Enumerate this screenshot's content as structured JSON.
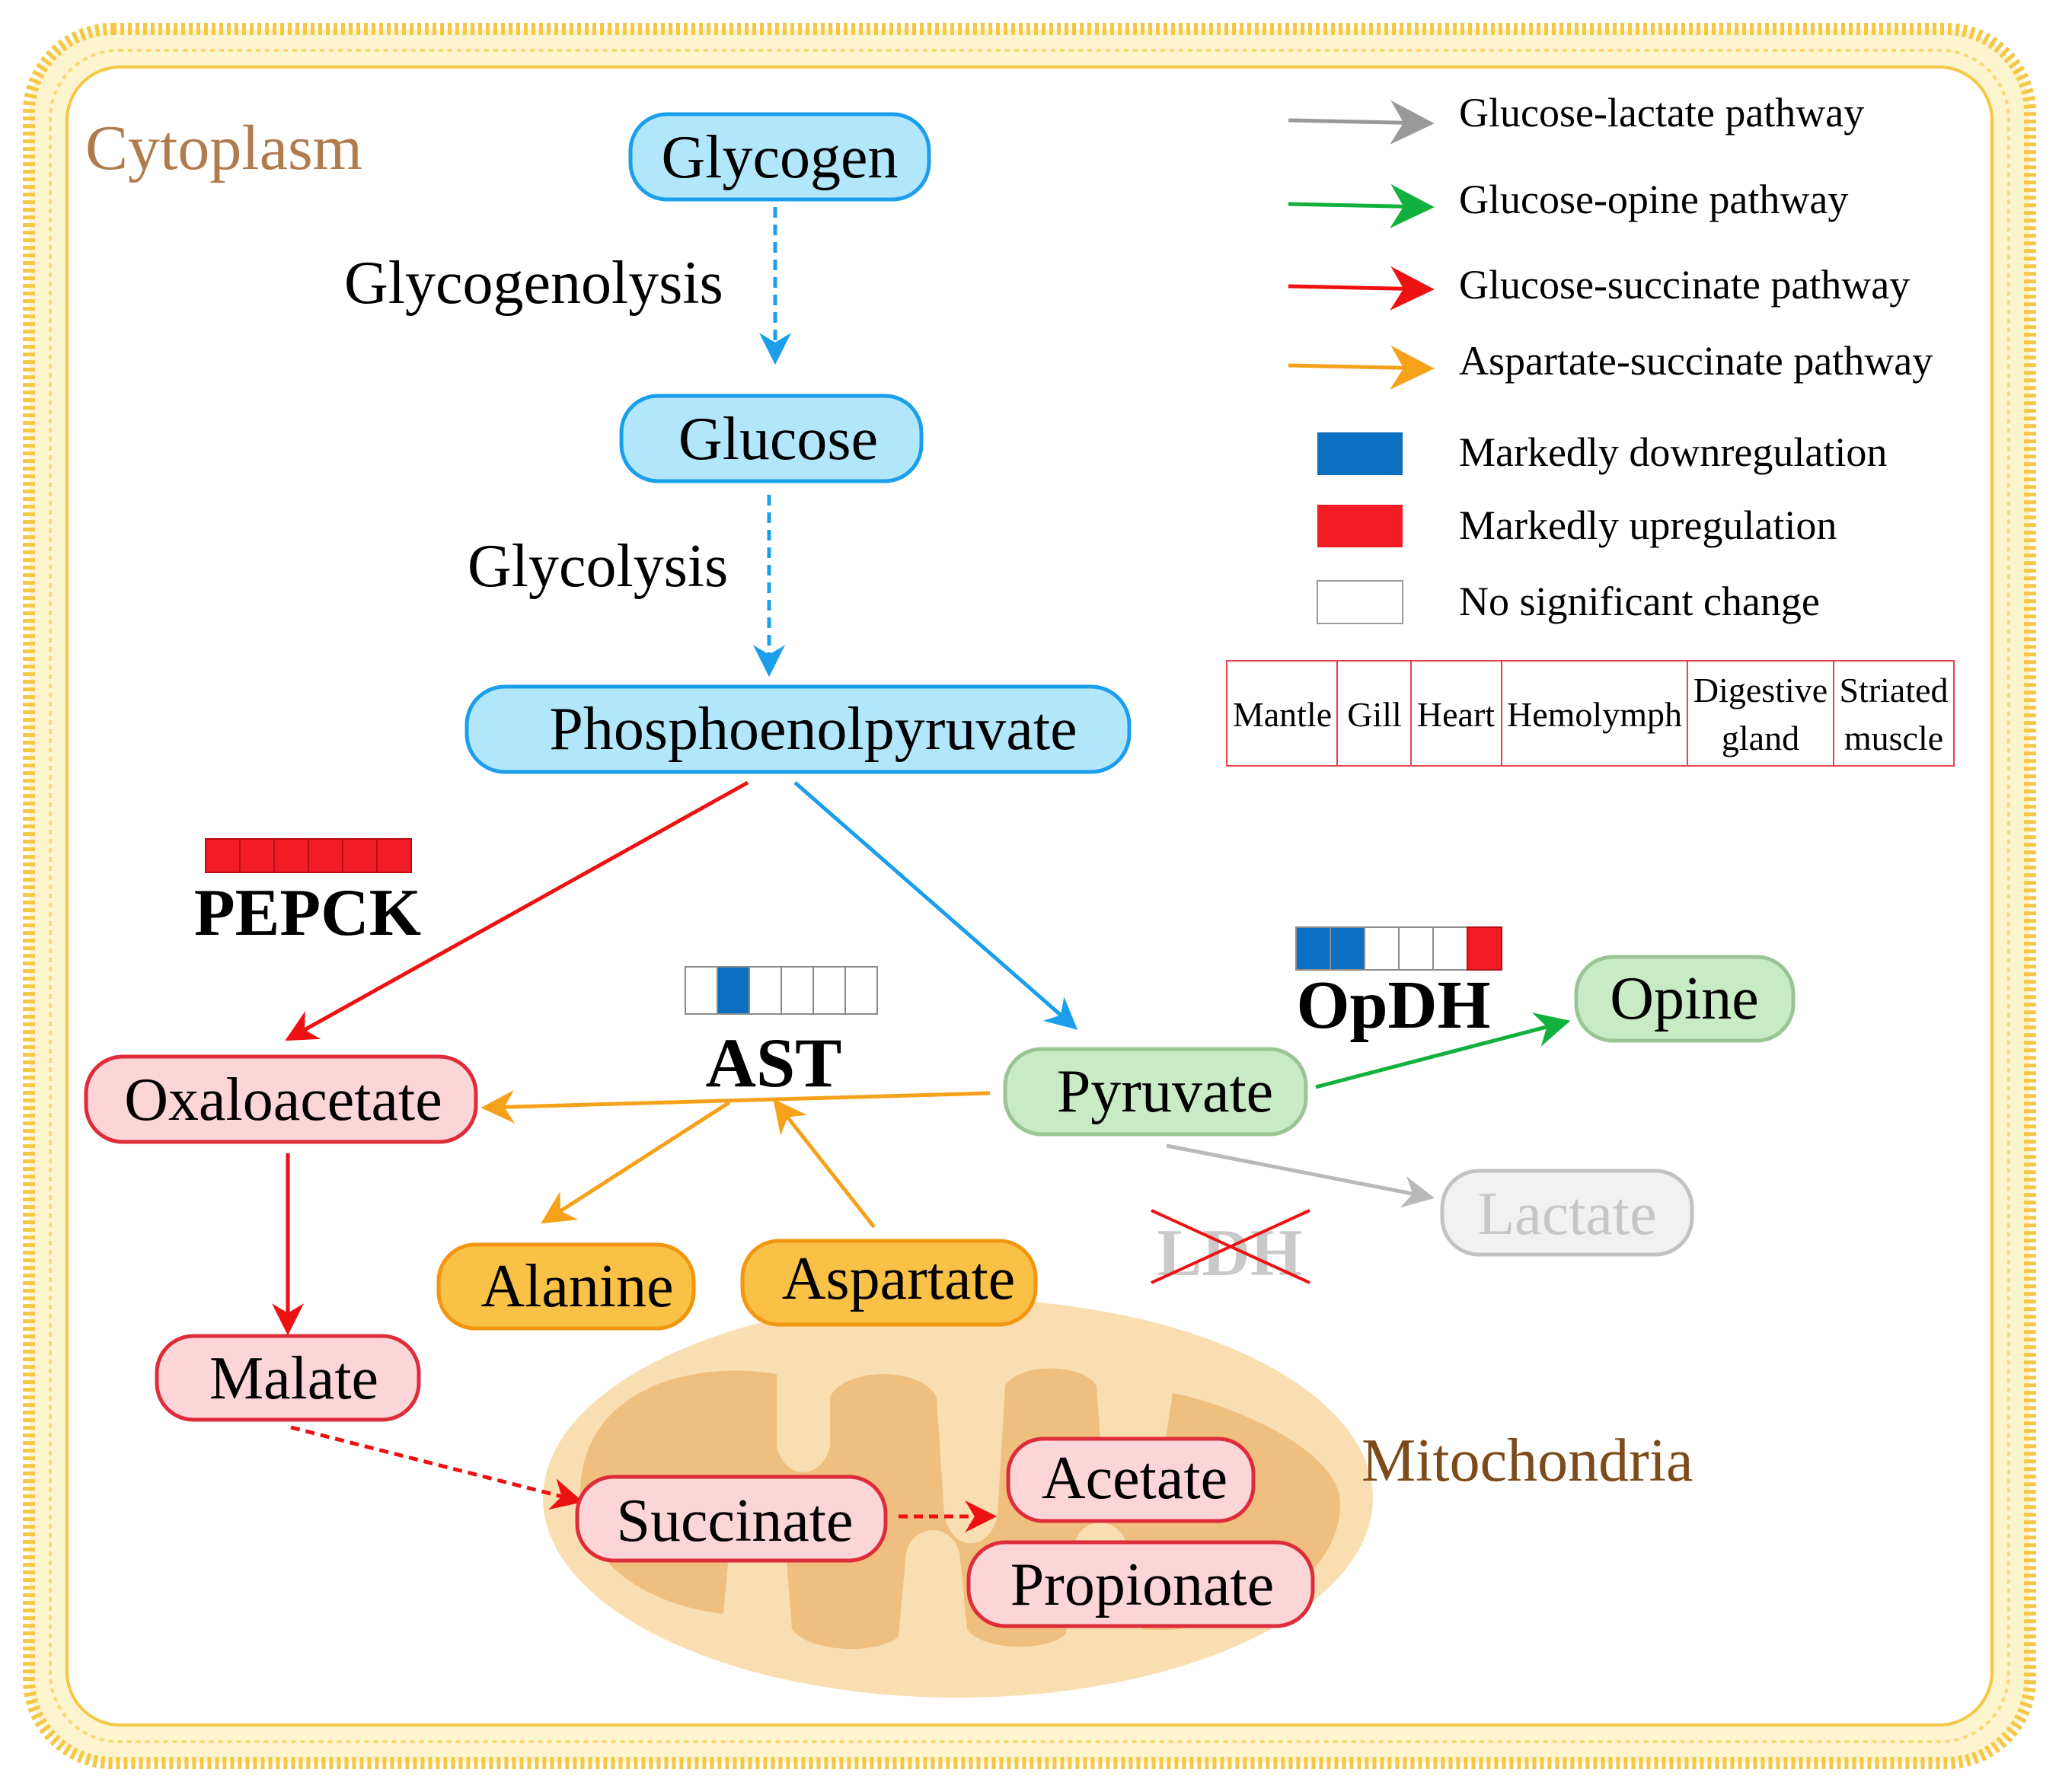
{
  "regions": {
    "cytoplasm": "Cytoplasm",
    "mitochondria": "Mitochondria"
  },
  "processes": {
    "glycogenolysis": "Glycogenolysis",
    "glycolysis": "Glycolysis"
  },
  "nodes": {
    "glycogen": "Glycogen",
    "glucose": "Glucose",
    "pep": "Phosphoenolpyruvate",
    "oxaloacetate": "Oxaloacetate",
    "pyruvate": "Pyruvate",
    "opine": "Opine",
    "lactate": "Lactate",
    "alanine": "Alanine",
    "aspartate": "Aspartate",
    "malate": "Malate",
    "succinate": "Succinate",
    "acetate": "Acetate",
    "propionate": "Propionate"
  },
  "enzymes": {
    "pepck": {
      "label": "PEPCK",
      "states": [
        "up",
        "up",
        "up",
        "up",
        "up",
        "up"
      ]
    },
    "ast": {
      "label": "AST",
      "states": [
        "none",
        "down",
        "none",
        "none",
        "none",
        "none"
      ]
    },
    "opdh": {
      "label": "OpDH",
      "states": [
        "down",
        "down",
        "none",
        "none",
        "none",
        "up"
      ]
    },
    "ldh": {
      "label": "LDH"
    }
  },
  "legend": {
    "pathways": [
      {
        "label": "Glucose-lactate pathway",
        "color": "#999999"
      },
      {
        "label": "Glucose-opine pathway",
        "color": "#12b03c"
      },
      {
        "label": "Glucose-succinate pathway",
        "color": "#ee1111"
      },
      {
        "label": "Aspartate-succinate pathway",
        "color": "#f6a11a"
      }
    ],
    "regulation": [
      {
        "label": "Markedly downregulation",
        "color": "#0b6fc2"
      },
      {
        "label": "Markedly  upregulation",
        "color": "#f21c25"
      },
      {
        "label": "No significant change",
        "color": "#ffffff"
      }
    ],
    "tissues": [
      {
        "line1": "Mantle",
        "line2": ""
      },
      {
        "line1": "Gill",
        "line2": ""
      },
      {
        "line1": "Heart",
        "line2": ""
      },
      {
        "line1": "Hemolymph",
        "line2": ""
      },
      {
        "line1": "Digestive",
        "line2": "gland"
      },
      {
        "line1": "Striated",
        "line2": "muscle"
      }
    ]
  },
  "colors": {
    "membrane": "#f4c744",
    "blue_node_fill": "#b2e7fb",
    "blue_node_stroke": "#1b9fec",
    "red_node_fill": "#fbd5d8",
    "red_node_stroke": "#de2c3a",
    "green_node_fill": "#c8ebc5",
    "green_node_stroke": "#9ac494",
    "orange_node_fill": "#f9c247",
    "orange_node_stroke": "#f3950f",
    "gray_node_fill": "#f1f1f1",
    "gray_node_stroke": "#c2c2c2",
    "region_text": "#b07c4e",
    "mito_text": "#7d4a1a",
    "mito_outer": "#f9deb1",
    "mito_inner": "#efbf80",
    "up": "#f21c25",
    "down": "#0b6fc2",
    "none": "#ffffff"
  }
}
